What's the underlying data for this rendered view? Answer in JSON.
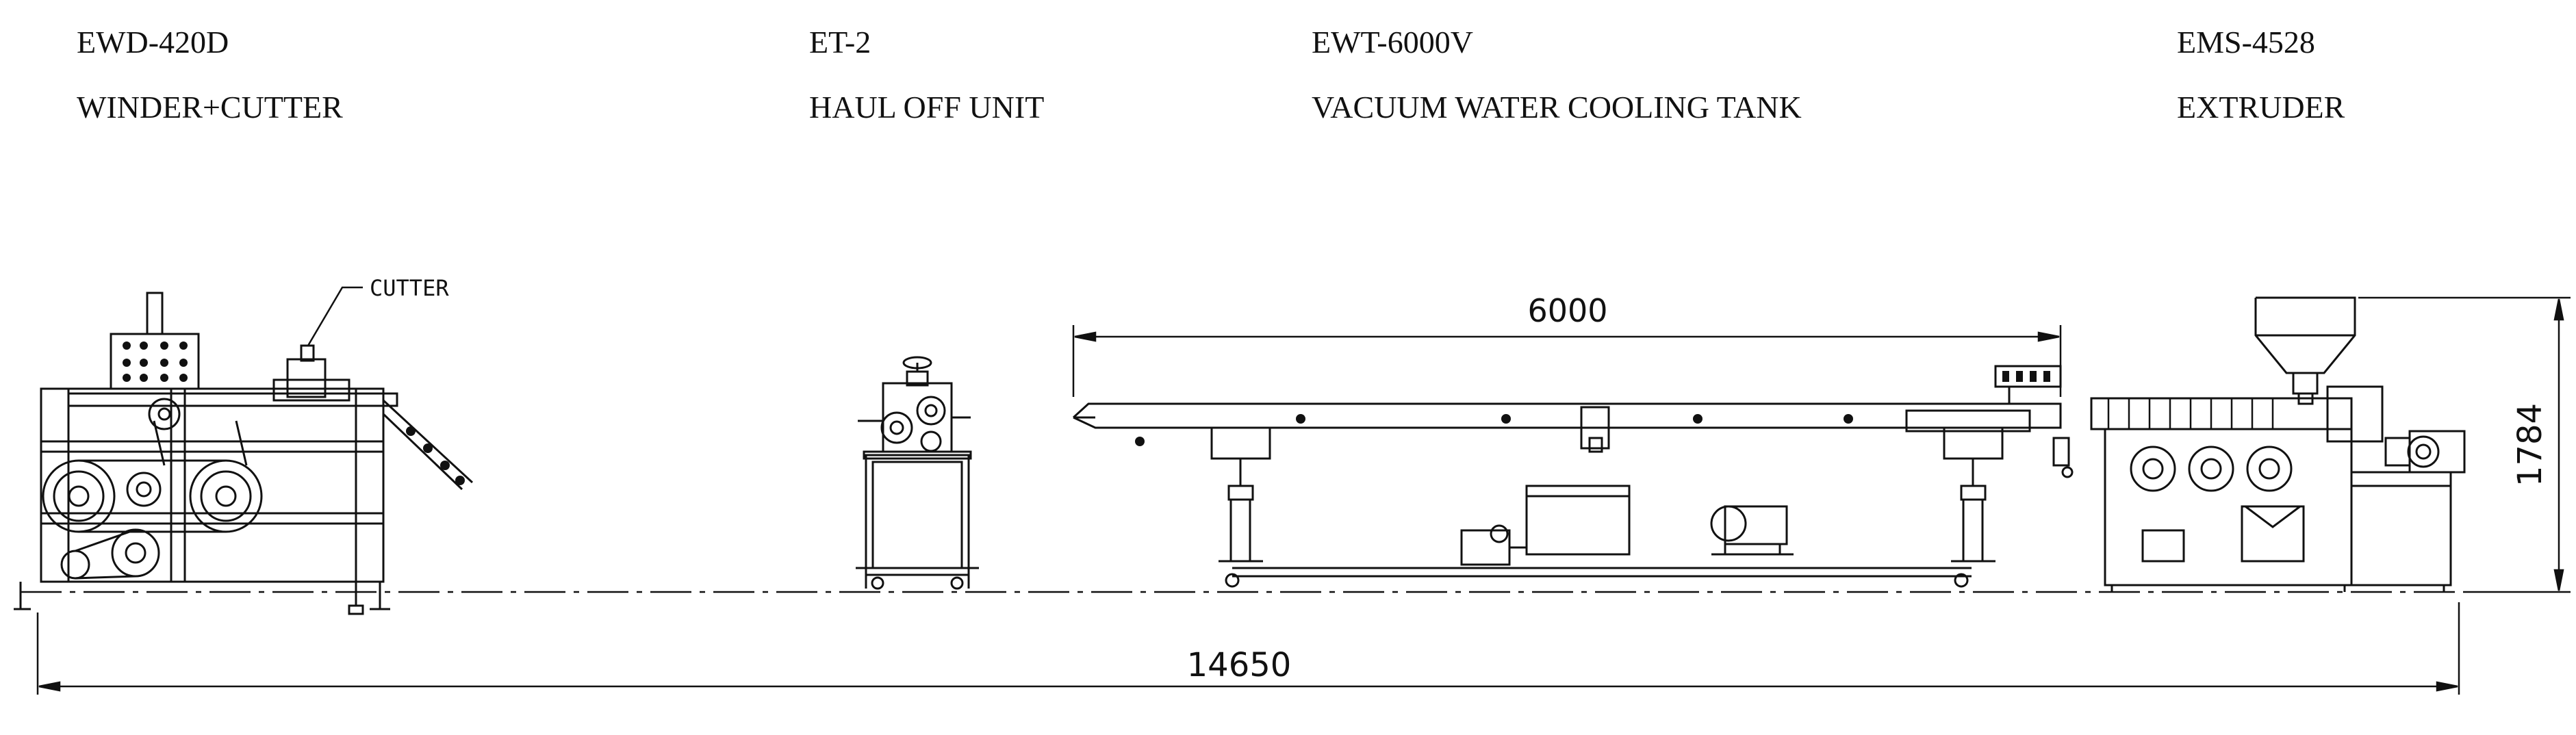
{
  "units": [
    {
      "model": "EWD-420D",
      "name": "WINDER+CUTTER"
    },
    {
      "model": "ET-2",
      "name": "HAUL OFF UNIT"
    },
    {
      "model": "EWT-6000V",
      "name": "VACUUM WATER COOLING TANK"
    },
    {
      "model": "EMS-4528",
      "name": "EXTRUDER"
    }
  ],
  "callouts": {
    "cutter": "CUTTER"
  },
  "dimensions": {
    "tank_length": "6000",
    "total_length": "14650",
    "height": "1784"
  }
}
